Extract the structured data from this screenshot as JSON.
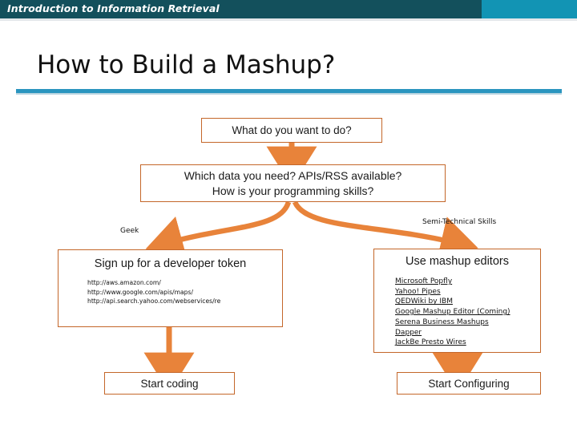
{
  "header": {
    "course_title": "Introduction to Information Retrieval",
    "band_color": "#13505c",
    "band_accent_color": "#1294b4"
  },
  "slide": {
    "title": "How to Build a Mashup?",
    "rule_color": "#2a95bf"
  },
  "flow": {
    "accent_color": "#c4672a",
    "arrow_color": "#e8833a",
    "box_question_1": "What do you want to do?",
    "box_question_2_line_1": "Which data you need? APIs/RSS available?",
    "box_question_2_line_2": "How is your programming skills?",
    "branch_left_label": "Geek",
    "branch_right_label": "Semi-Technical Skills",
    "box_developer_token": {
      "heading": "Sign up for a developer token",
      "urls": [
        "http://aws.amazon.com/",
        "http://www.google.com/apis/maps/",
        "http://api.search.yahoo.com/webservices/re"
      ]
    },
    "box_mashup_editors": {
      "heading": "Use mashup editors",
      "links": [
        "Microsoft Popfly",
        "Yahoo! Pipes",
        "QEDWiki by IBM",
        "Google Mashup Editor (Coming)",
        "Serena Business Mashups",
        "Dapper",
        "JackBe Presto Wires"
      ]
    },
    "box_start_coding": "Start coding",
    "box_start_configuring": "Start Configuring"
  }
}
